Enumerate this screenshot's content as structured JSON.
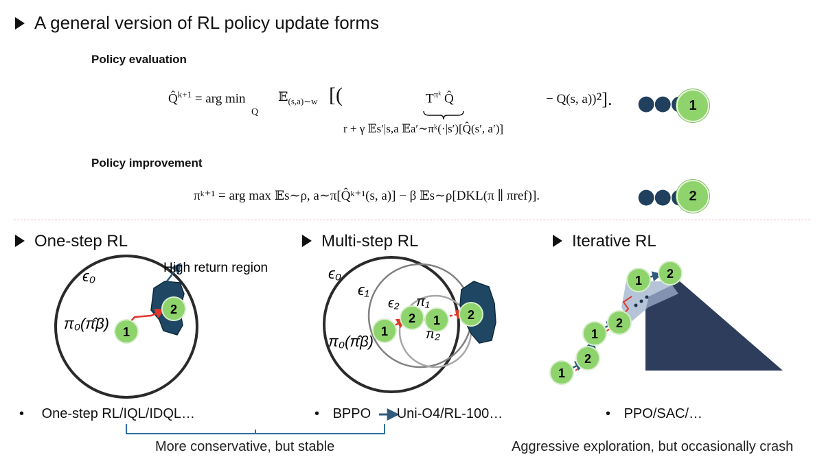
{
  "title": "A general version of RL policy update forms",
  "policy_evaluation": {
    "label": "Policy evaluation",
    "equation_main": "Q̂ᵏ⁺¹ = arg min 𝔼(s,a)∼w [( Tπᵏ Q̂  − Q(s, a))²].",
    "equation_lhs": "Q̂",
    "equation_sup": "k+1",
    "op": "= arg min",
    "op_sub": "Q",
    "expect": "𝔼",
    "expect_sub": "(s,a)∼w",
    "bracket_open": "[(",
    "tq": "T",
    "tq_sup": "πᵏ",
    "tq_tail": "Q̂",
    "minus_q": "− Q(s, a))",
    "tail": "²].",
    "underbrace_text": "r + γ 𝔼s′|s,a 𝔼a′∼πᵏ(·|s′)[Q̂(s′, a′)]",
    "badge": "1"
  },
  "policy_improvement": {
    "label": "Policy improvement",
    "equation": "πᵏ⁺¹ = arg max 𝔼s∼ρ, a∼π[Q̂ᵏ⁺¹(s, a)] − β 𝔼s∼ρ[DKL(π ∥ πref)].",
    "badge": "2"
  },
  "sections": [
    {
      "title": "One-step RL",
      "labels": {
        "epsilon0": "ϵ₀",
        "pi0": "π₀(π̂β)",
        "high_return": "High return region"
      },
      "badges": [
        "1",
        "2"
      ],
      "bullet": "One-step RL/IQL/IDQL…"
    },
    {
      "title": "Multi-step RL",
      "labels": {
        "epsilon0": "ϵ₀",
        "epsilon1": "ϵ₁",
        "epsilon2": "ϵ₂",
        "pi1": "π₁",
        "pi2": "π₂",
        "pi0": "π₀(π̂β)"
      },
      "badges": [
        "1",
        "2",
        "1",
        "2"
      ],
      "bullet_left": "BPPO",
      "bullet_right": "Uni-O4/RL-100…"
    },
    {
      "title": "Iterative RL",
      "badges": [
        "1",
        "2",
        "1",
        "2",
        "1",
        "2"
      ],
      "bullet": "PPO/SAC/…"
    }
  ],
  "notes": {
    "conservative": "More conservative, but stable",
    "aggressive": "Aggressive exploration, but occasionally crash"
  },
  "colors": {
    "badge_green": "#8ed36c",
    "arrow_red": "#e0372a",
    "arrow_navy": "#2f5a7c",
    "region_navy": "#1f4764",
    "mountain": "#2e3d5b"
  }
}
